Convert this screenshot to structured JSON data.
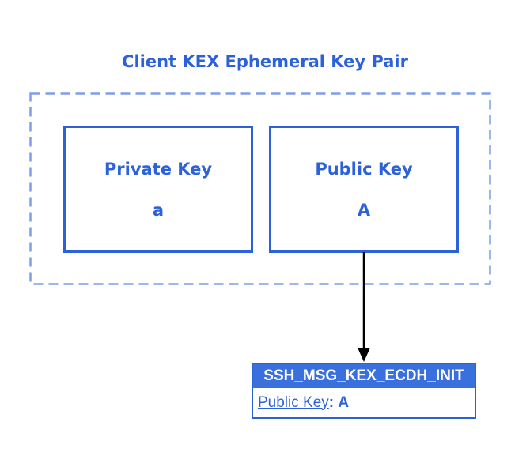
{
  "diagram": {
    "title": "Client KEX Ephemeral Key Pair"
  },
  "keypair_group": {
    "private_key_box": {
      "label": "Private Key",
      "value": "a"
    },
    "public_key_box": {
      "label": "Public Key",
      "value": "A"
    }
  },
  "message_box": {
    "header": "SSH_MSG_KEX_ECDH_INIT",
    "field": {
      "label": "Public Key",
      "separator": ": ",
      "value": "A"
    }
  },
  "colors": {
    "primary_blue": "#2c62d9",
    "dashed_border_blue": "#7f9ee9",
    "header_fill_blue": "#3a70dd",
    "arrow_black": "#000000",
    "background_white": "#ffffff"
  }
}
